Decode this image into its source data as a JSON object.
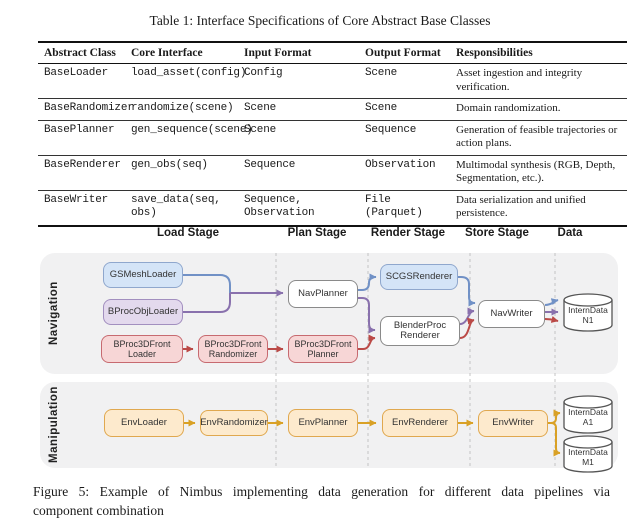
{
  "table": {
    "title": "Table 1: Interface Specifications of Core Abstract Base Classes",
    "headers": [
      "Abstract Class",
      "Core Interface",
      "Input Format",
      "Output Format",
      "Responsibilities"
    ],
    "rows": [
      {
        "abstract_class": "BaseLoader",
        "core_interface": "load_asset(config)",
        "input_format": "Config",
        "output_format": "Scene",
        "responsibilities": "Asset ingestion and integrity verification."
      },
      {
        "abstract_class": "BaseRandomizer",
        "core_interface": "randomize(scene)",
        "input_format": "Scene",
        "output_format": "Scene",
        "responsibilities": "Domain randomization."
      },
      {
        "abstract_class": "BasePlanner",
        "core_interface": "gen_sequence(scene)",
        "input_format": "Scene",
        "output_format": "Sequence",
        "responsibilities": "Generation of feasible trajectories or action plans."
      },
      {
        "abstract_class": "BaseRenderer",
        "core_interface": "gen_obs(seq)",
        "input_format": "Sequence",
        "output_format": "Observation",
        "responsibilities": "Multimodal synthesis (RGB, Depth, Segmentation, etc.)."
      },
      {
        "abstract_class": "BaseWriter",
        "core_interface": "save_data(seq, obs)",
        "input_format": "Sequence, Observation",
        "output_format": "File (Parquet)",
        "responsibilities": "Data serialization and unified persistence."
      }
    ]
  },
  "diagram": {
    "stages": [
      "Load Stage",
      "Plan Stage",
      "Render Stage",
      "Store Stage",
      "Data"
    ],
    "row_labels": {
      "navigation": "Navigation",
      "manipulation": "Manipulation"
    },
    "nodes": {
      "gsmesh_loader": "GSMeshLoader",
      "bproc_obj_loader": "BProcObjLoader",
      "bproc3dfront_loader": "BProc3DFront Loader",
      "bproc3dfront_randomizer": "BProc3DFront Randomizer",
      "nav_planner": "NavPlanner",
      "bproc3dfront_planner": "BProc3DFront Planner",
      "scgs_renderer": "SCGSRenderer",
      "blenderproc_renderer": "BlenderProc Renderer",
      "nav_writer": "NavWriter",
      "interndata_n1": "InternData N1",
      "env_loader": "EnvLoader",
      "env_randomizer": "EnvRandomizer",
      "env_planner": "EnvPlanner",
      "env_renderer": "EnvRenderer",
      "env_writer": "EnvWriter",
      "interndata_a1": "InternData A1",
      "interndata_m1": "InternData M1"
    },
    "colors": {
      "pipeline_blue": "#7191c6",
      "pipeline_purple": "#8971ad",
      "pipeline_red": "#bb4a47",
      "pipeline_orange": "#d9a126",
      "box_blue_fill": "#d4e4f7",
      "box_purple_fill": "#e3d9ed",
      "box_pink_fill": "#f7d6d6",
      "box_orange_fill": "#fdeacd",
      "panel_gray": "#f1f1f2"
    }
  },
  "caption": {
    "line1": "Figure 5: Example of Nimbus implementing data generation for different data pipelines via",
    "line2": "component combination"
  }
}
